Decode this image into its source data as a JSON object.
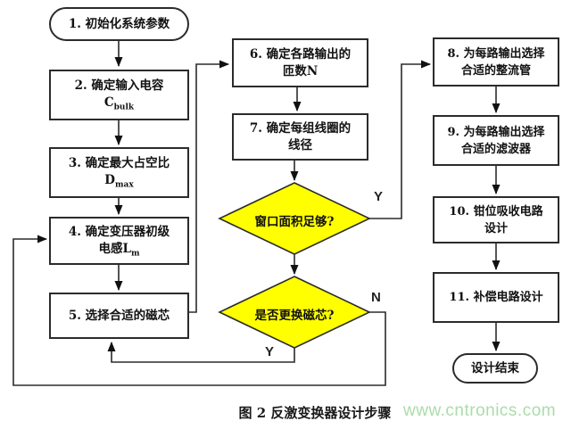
{
  "diagram": {
    "steps": {
      "s1": {
        "text": "1. 初始化系统参数"
      },
      "s2": {
        "line1": "2. 确定输入电容",
        "symbol_base": "C",
        "symbol_sub": "bulk"
      },
      "s3": {
        "line1": "3. 确定最大占空比",
        "symbol_base": "D",
        "symbol_sub": "max"
      },
      "s4": {
        "line1": "4. 确定变压器初级",
        "line2_prefix": "电感",
        "symbol_base": "L",
        "symbol_sub": "m"
      },
      "s5": {
        "text": "5. 选择合适的磁芯"
      },
      "s6": {
        "line1": "6. 确定各路输出的",
        "line2": "匝数N"
      },
      "s7": {
        "line1": "7. 确定每组线圈的",
        "line2": "线径"
      },
      "s8": {
        "line1": "8. 为每路输出选择",
        "line2": "合适的整流管"
      },
      "s9": {
        "line1": "9. 为每路输出选择",
        "line2": "合适的滤波器"
      },
      "s10": {
        "line1": "10. 钳位吸收电路",
        "line2": "设计"
      },
      "s11": {
        "text": "11. 补偿电路设计"
      },
      "end": {
        "text": "设计结束"
      }
    },
    "decisions": {
      "d1": {
        "text": "窗口面积足够?"
      },
      "d2": {
        "text": "是否更换磁芯?"
      }
    },
    "branches": {
      "d1_yes": "Y",
      "d2_no": "N",
      "d2_yes": "Y"
    },
    "colors": {
      "decision_fill": "#ffff00",
      "line_color": "#2b2b2b",
      "watermark_color": "#abdcab"
    }
  },
  "caption": "图 2 反激变换器设计步骤",
  "watermark": "www.cntronics.com"
}
